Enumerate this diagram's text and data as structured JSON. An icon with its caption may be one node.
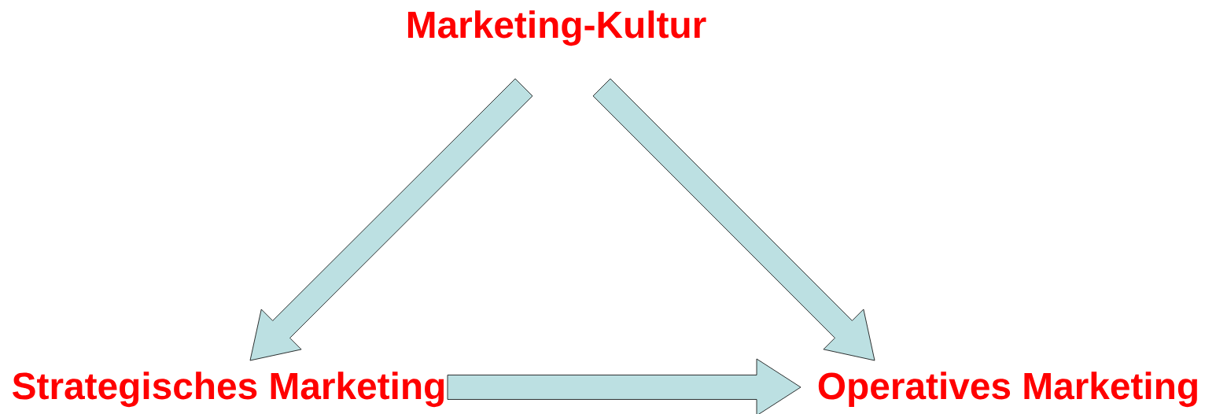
{
  "diagram": {
    "nodes": [
      {
        "text": [
          "Marketing-Kultur"
        ]
      },
      {
        "text": [
          "Strategisches Marketing"
        ]
      },
      {
        "text": [
          "Operatives Marketing"
        ]
      }
    ],
    "edges": [
      {
        "from": 0,
        "to": 1,
        "arrow": "to"
      },
      {
        "from": 0,
        "to": 2,
        "arrow": "to"
      },
      {
        "from": 1,
        "to": 2,
        "arrow": "to"
      }
    ]
  }
}
